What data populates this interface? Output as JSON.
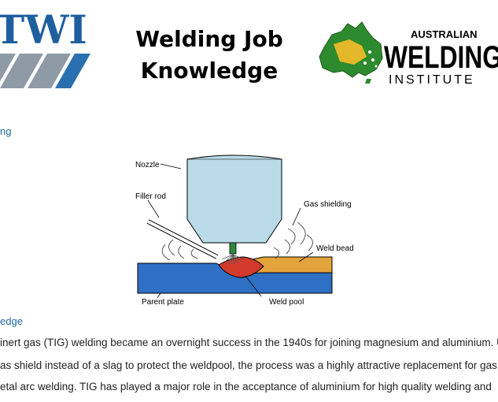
{
  "header": {
    "title_line1": "Welding Job",
    "title_line2": "Knowledge",
    "left_logo_text": "TWI",
    "right_logo_text_small": "AUSTRALIAN",
    "right_logo_text_big": "WELDING",
    "right_logo_text_sub": "INSTITUTE"
  },
  "sections": {
    "top_label": "ng",
    "lower_label": "edge"
  },
  "diagram": {
    "labels": {
      "nozzle": "Nozzle",
      "filler_rod": "Filler rod",
      "gas_shielding": "Gas shielding",
      "weld_bead": "Weld bead",
      "parent_plate": "Parent plate",
      "weld_pool": "Weld pool"
    }
  },
  "body": {
    "lines": [
      "inert gas (TIG) welding became an overnight success in the 1940s for joining magnesium and aluminium. U",
      "as shield instead of a slag to protect the weldpool, the process was a highly attractive replacement for gas a",
      "etal arc welding. TIG has played a major role in the acceptance of aluminium for high quality welding and"
    ]
  }
}
